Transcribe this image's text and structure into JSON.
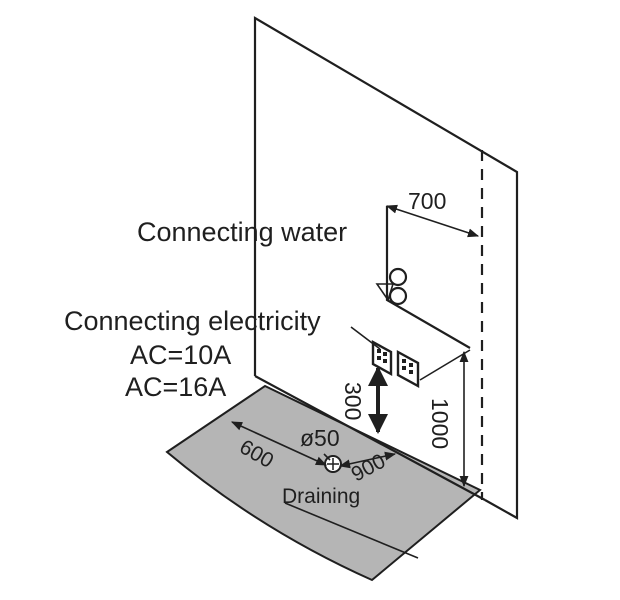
{
  "labels": {
    "connecting_water": "Connecting water",
    "connecting_electricity": "Connecting electricity",
    "ac_10a": "AC=10A",
    "ac_16a": "AC=16A",
    "draining": "Draining"
  },
  "dimensions": {
    "water_offset": "700",
    "socket_height": "1000",
    "socket_above_floor": "300",
    "drain_diameter": "ø50",
    "drain_x": "600",
    "drain_y": "900"
  },
  "colors": {
    "floor": "#b5b5b5",
    "line": "#1f1f1f"
  }
}
